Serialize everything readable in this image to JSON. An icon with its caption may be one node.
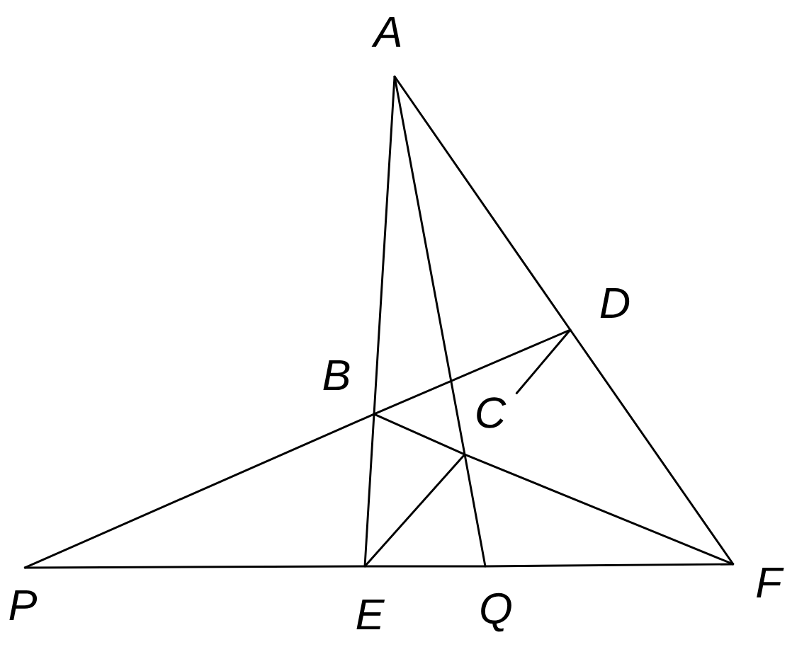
{
  "diagram": {
    "nodes": [
      {
        "text": [
          "A"
        ]
      },
      {
        "text": [
          "B"
        ]
      },
      {
        "text": [
          "C"
        ]
      },
      {
        "text": [
          "D"
        ]
      },
      {
        "text": [
          "E"
        ]
      },
      {
        "text": [
          "F"
        ]
      },
      {
        "text": [
          "P"
        ]
      },
      {
        "text": [
          "Q"
        ]
      }
    ],
    "edges": [
      {
        "from": 0,
        "to": 1,
        "arrow": "none"
      },
      {
        "from": 1,
        "to": 4,
        "arrow": "none"
      },
      {
        "from": 0,
        "to": 2,
        "arrow": "none"
      },
      {
        "from": 2,
        "to": 7,
        "arrow": "none"
      },
      {
        "from": 0,
        "to": 3,
        "arrow": "none"
      },
      {
        "from": 3,
        "to": 5,
        "arrow": "none"
      },
      {
        "from": 6,
        "to": 1,
        "arrow": "none"
      },
      {
        "from": 1,
        "to": 3,
        "arrow": "none"
      },
      {
        "from": 6,
        "to": 4,
        "arrow": "none"
      },
      {
        "from": 4,
        "to": 7,
        "arrow": "none"
      },
      {
        "from": 7,
        "to": 5,
        "arrow": "none"
      },
      {
        "from": 1,
        "to": 2,
        "arrow": "none"
      },
      {
        "from": 2,
        "to": 5,
        "arrow": "none"
      },
      {
        "from": 4,
        "to": 2,
        "arrow": "none"
      },
      {
        "from": 2,
        "to": 3,
        "arrow": "none"
      }
    ]
  }
}
